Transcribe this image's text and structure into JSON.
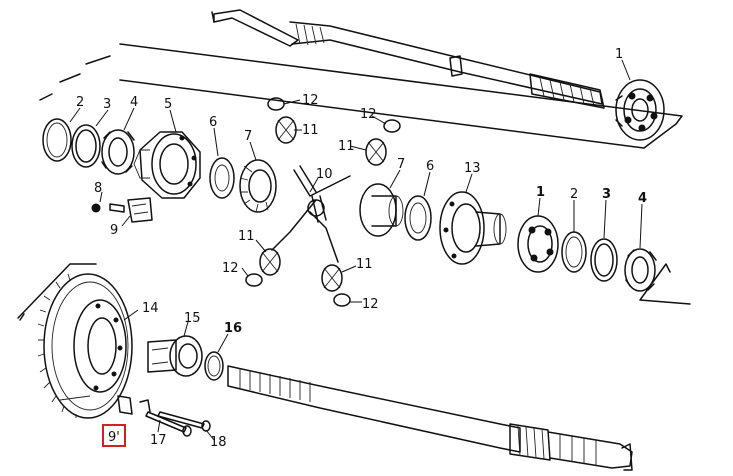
{
  "diagram": {
    "callouts": [
      {
        "id": "c1a",
        "text": "1"
      },
      {
        "id": "c2a",
        "text": "2"
      },
      {
        "id": "c3a",
        "text": "3"
      },
      {
        "id": "c4a",
        "text": "4"
      },
      {
        "id": "c5",
        "text": "5"
      },
      {
        "id": "c6a",
        "text": "6"
      },
      {
        "id": "c7a",
        "text": "7"
      },
      {
        "id": "c8",
        "text": "8"
      },
      {
        "id": "c9a",
        "text": "9"
      },
      {
        "id": "c10",
        "text": "10"
      },
      {
        "id": "c11a",
        "text": "11"
      },
      {
        "id": "c11b",
        "text": "11"
      },
      {
        "id": "c11c",
        "text": "11"
      },
      {
        "id": "c11d",
        "text": "11"
      },
      {
        "id": "c12a",
        "text": "12"
      },
      {
        "id": "c12b",
        "text": "12"
      },
      {
        "id": "c12c",
        "text": "12"
      },
      {
        "id": "c12d",
        "text": "12"
      },
      {
        "id": "c7b",
        "text": "7"
      },
      {
        "id": "c6b",
        "text": "6"
      },
      {
        "id": "c13",
        "text": "13"
      },
      {
        "id": "c1b",
        "text": "1"
      },
      {
        "id": "c2b",
        "text": "2"
      },
      {
        "id": "c3b",
        "text": "3"
      },
      {
        "id": "c4b",
        "text": "4"
      },
      {
        "id": "c14",
        "text": "14"
      },
      {
        "id": "c15",
        "text": "15"
      },
      {
        "id": "c16",
        "text": "16"
      },
      {
        "id": "c17",
        "text": "17"
      },
      {
        "id": "c18",
        "text": "18"
      },
      {
        "id": "c9b",
        "text": "9'"
      }
    ],
    "highlight_color": "#d02020",
    "ink_color": "#111111"
  }
}
